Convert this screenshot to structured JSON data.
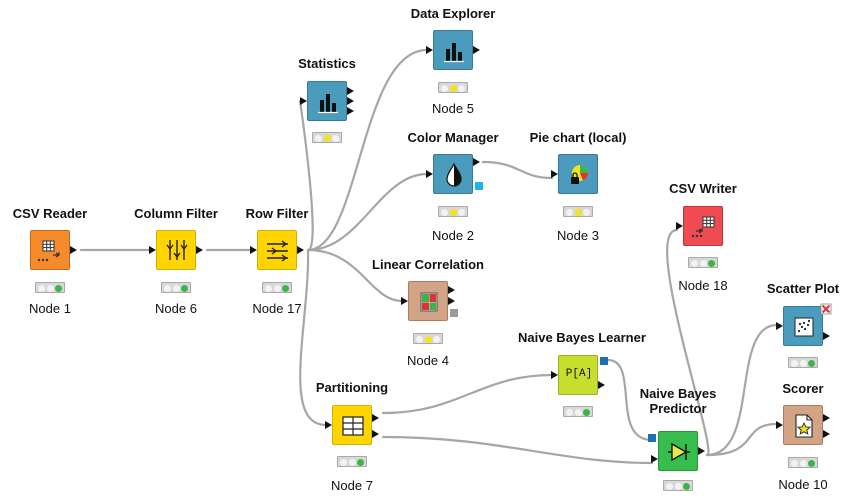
{
  "colors": {
    "source": "#f58b2a",
    "manipulator": "#ffd400",
    "visualizer": "#4a9bbc",
    "other": "#d3a386",
    "learner": "#c8de2f",
    "predictor": "#37bd4e",
    "sink": "#f04a53",
    "connection": "#a6a6a6",
    "model_port": "#1f6fb3",
    "color_port": "#19b6e6",
    "gray_port": "#9a9a9a",
    "status_ok": "#3cb548",
    "status_yellow": "#f4e318",
    "status_off": "#f2f2f2"
  },
  "nodes": [
    {
      "id": "csv-reader",
      "title": "CSV Reader",
      "label": "Node 1",
      "category": "source",
      "glyph": "table-arrow",
      "status": "executed"
    },
    {
      "id": "column-filter",
      "title": "Column Filter",
      "label": "Node 6",
      "category": "manipulator",
      "glyph": "column-filter-icon",
      "status": "executed"
    },
    {
      "id": "row-filter",
      "title": "Row Filter",
      "label": "Node 17",
      "category": "manipulator",
      "glyph": "row-filter-icon",
      "status": "executed"
    },
    {
      "id": "statistics",
      "title": "Statistics",
      "label": "",
      "category": "visualizer",
      "glyph": "bar-icon",
      "status": "configured"
    },
    {
      "id": "data-explorer",
      "title": "Data Explorer",
      "label": "Node 5",
      "category": "visualizer",
      "glyph": "bar-icon",
      "status": "configured"
    },
    {
      "id": "color-manager",
      "title": "Color Manager",
      "label": "Node 2",
      "category": "visualizer",
      "glyph": "drop-icon",
      "status": "configured"
    },
    {
      "id": "pie-chart",
      "title": "Pie chart (local)",
      "label": "Node 3",
      "category": "visualizer",
      "glyph": "pie-icon",
      "status": "configured"
    },
    {
      "id": "linear-correlation",
      "title": "Linear Correlation",
      "label": "Node 4",
      "category": "other",
      "glyph": "matrix-icon",
      "status": "configured"
    },
    {
      "id": "csv-writer",
      "title": "CSV Writer",
      "label": "Node 18",
      "category": "sink",
      "glyph": "table-arrow",
      "status": "executed"
    },
    {
      "id": "partitioning",
      "title": "Partitioning",
      "label": "Node 7",
      "category": "manipulator",
      "glyph": "partition-icon",
      "status": "executed"
    },
    {
      "id": "naive-bayes-learner",
      "title": "Naive Bayes Learner",
      "label": "",
      "category": "learner",
      "glyph": "p-a-text",
      "glyph_text": "P[A]",
      "status": "executed"
    },
    {
      "id": "naive-bayes-predictor",
      "title": "Naive Bayes\nPredictor",
      "title_line1": "Naive Bayes",
      "title_line2": "Predictor",
      "label": "",
      "category": "predictor",
      "glyph": "predictor-icon",
      "status": "executed"
    },
    {
      "id": "scatter-plot",
      "title": "Scatter Plot",
      "label": "",
      "category": "visualizer",
      "glyph": "scatter-icon",
      "status": "executed",
      "warning": "close-x-icon"
    },
    {
      "id": "scorer",
      "title": "Scorer",
      "label": "Node 10",
      "category": "other",
      "glyph": "scorer-icon",
      "status": "executed"
    }
  ],
  "connections": [
    {
      "from": "csv-reader",
      "to": "column-filter"
    },
    {
      "from": "column-filter",
      "to": "row-filter"
    },
    {
      "from": "row-filter",
      "to": "statistics"
    },
    {
      "from": "row-filter",
      "to": "data-explorer"
    },
    {
      "from": "row-filter",
      "to": "color-manager"
    },
    {
      "from": "row-filter",
      "to": "linear-correlation"
    },
    {
      "from": "row-filter",
      "to": "partitioning"
    },
    {
      "from": "color-manager",
      "to": "pie-chart"
    },
    {
      "from": "partitioning",
      "to": "naive-bayes-learner"
    },
    {
      "from": "partitioning",
      "to": "naive-bayes-predictor"
    },
    {
      "from": "naive-bayes-learner",
      "to": "naive-bayes-predictor"
    },
    {
      "from": "naive-bayes-predictor",
      "to": "csv-writer"
    },
    {
      "from": "naive-bayes-predictor",
      "to": "scatter-plot"
    },
    {
      "from": "naive-bayes-predictor",
      "to": "scorer"
    }
  ]
}
